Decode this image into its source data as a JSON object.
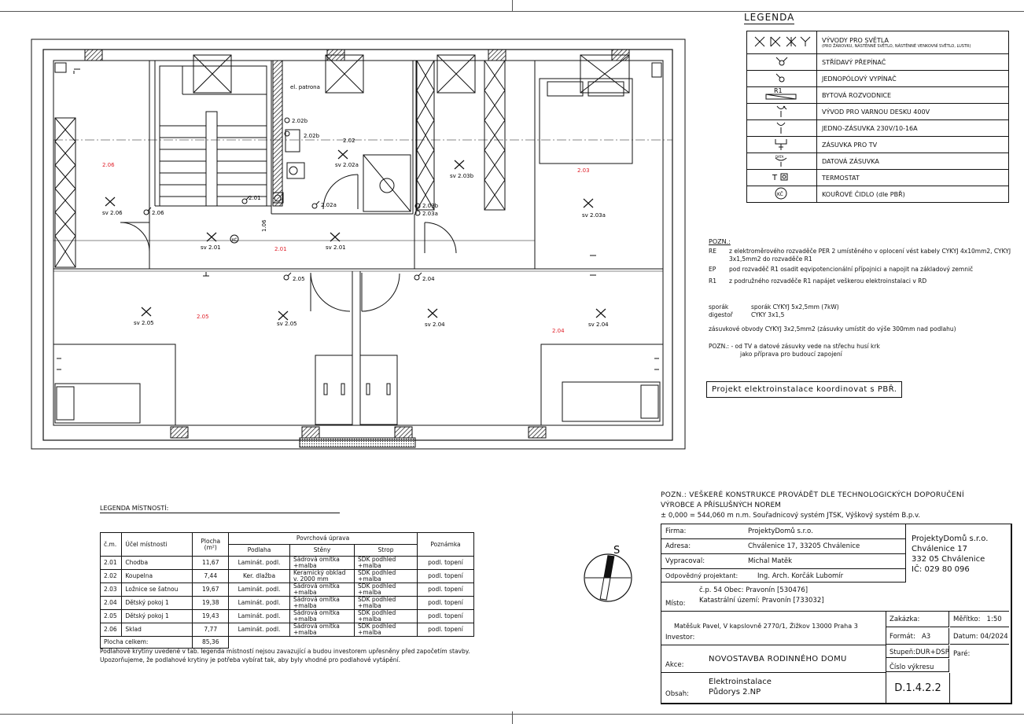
{
  "legend": {
    "title": "LEGENDA",
    "items": [
      {
        "icon": "light-outlets-icon",
        "label": "VÝVODY PRO SVĚTLA",
        "sub": "(PRO ŽÁROVKU, NÁSTĚNNÉ SVĚTLO, NÁSTĚNNÉ VENKOVNÍ SVĚTLO, LUSTR)"
      },
      {
        "icon": "alternating-switch-icon",
        "label": "STŘÍDAVÝ PŘEPÍNAČ"
      },
      {
        "icon": "single-switch-icon",
        "label": "JEDNOPÓLOVÝ VYPÍNAČ"
      },
      {
        "icon": "distribution-board-icon",
        "label": "BYTOVÁ ROZVODNICE",
        "code": "R1"
      },
      {
        "icon": "hob-outlet-icon",
        "label": "VÝVOD PRO VARNOU DESKU 400V"
      },
      {
        "icon": "socket-icon",
        "label": "JEDNO-ZÁSUVKA 230V/10-16A"
      },
      {
        "icon": "tv-socket-icon",
        "label": "ZÁSUVKA PRO TV"
      },
      {
        "icon": "data-socket-icon",
        "label": "DATOVÁ ZÁSUVKA",
        "code": "DATA"
      },
      {
        "icon": "thermostat-icon",
        "label": "TERMOSTAT",
        "code": "T"
      },
      {
        "icon": "smoke-detector-icon",
        "label": "KOUŘOVÉ ČIDLO (dle PBŘ)",
        "code": "KČ"
      }
    ]
  },
  "notes": {
    "heading": "POZN.:",
    "rows": [
      {
        "code": "RE",
        "text": "z elektroměrového rozvaděče PER 2 umístěného v oplocení vést kabely CYKYJ 4x10mm2, CYKYJ 3x1,5mm2 do rozvaděče R1"
      },
      {
        "code": "EP",
        "text": "pod rozvaděč R1 osadit eqvipotencionální přípojnici a napojit na základový zemnič"
      },
      {
        "code": "R1",
        "text": "z podružného rozvaděče R1 napájet veškerou elektroinstalaci v RD"
      }
    ],
    "sporak_label": "sporák",
    "sporak_val": "sporák CYKYJ 5x2,5mm (7kW)",
    "digestor_label": "digestoř",
    "digestor_val": "CYKY 3x1,5",
    "zasuvky": "zásuvkové obvody CYKYJ 3x2,5mm2 (zásuvky umístit do výše 300mm nad podlahu)",
    "pozn2_a": "POZN.:  - od TV a datové zásuvky vede na střechu husí krk",
    "pozn2_b": "jako příprava pro budoucí zapojení",
    "boxed": "Projekt elektroinstalace koordinovat s PBŘ."
  },
  "plan": {
    "rooms": [
      {
        "id": "2.06",
        "lights": [
          "sv 2.06"
        ],
        "switch": "2.06"
      },
      {
        "id": "2.02",
        "lights": [
          "sv 2.02a"
        ],
        "switches": [
          "2.02b",
          "2.02b",
          "2.02a"
        ],
        "label": "2.02"
      },
      {
        "id": "2.03",
        "lights": [
          "sv 2.03b",
          "sv 2.03a"
        ],
        "switches": [
          "2.03b",
          "2.03a"
        ]
      },
      {
        "id": "2.01",
        "lights": [
          "sv 2.01",
          "sv 2.01"
        ],
        "switches": [
          "2.01",
          "2.05",
          "2.04"
        ]
      },
      {
        "id": "2.05",
        "lights": [
          "sv 2.05",
          "sv 2.05"
        ]
      },
      {
        "id": "2.04",
        "lights": [
          "sv 2.04",
          "sv 2.04"
        ]
      }
    ],
    "patrona": "el. patrona",
    "dim_106": "1.06"
  },
  "room_table": {
    "title": "LEGENDA MÍSTNOSTÍ:",
    "headers": {
      "num": "č.m.",
      "purpose": "Účel místnosti",
      "area": "Plocha",
      "area_unit": "(m²)",
      "surface": "Povrchová úprava",
      "floor": "Podlaha",
      "walls": "Stěny",
      "ceiling": "Strop",
      "note": "Poznámka"
    },
    "rows": [
      {
        "num": "2.01",
        "purpose": "Chodba",
        "area": "11,67",
        "floor": "Laminát. podl.",
        "walls": "Sádrová omítka +malba",
        "ceiling": "SDK podhled +malba",
        "note": "podl. topení"
      },
      {
        "num": "2.02",
        "purpose": "Koupelna",
        "area": "7,44",
        "floor": "Ker. dlažba",
        "walls": "Keramický obklad v. 2000 mm",
        "ceiling": "SDK podhled +malba",
        "note": "podl. topení"
      },
      {
        "num": "2.03",
        "purpose": "Ložnice se šatnou",
        "area": "19,67",
        "floor": "Laminát. podl.",
        "walls": "Sádrová omítka +malba",
        "ceiling": "SDK podhled +malba",
        "note": "podl. topení"
      },
      {
        "num": "2.04",
        "purpose": "Dětský pokoj 1",
        "area": "19,38",
        "floor": "Laminát. podl.",
        "walls": "Sádrová omítka +malba",
        "ceiling": "SDK podhled +malba",
        "note": "podl. topení"
      },
      {
        "num": "2.05",
        "purpose": "Dětský pokoj 1",
        "area": "19,43",
        "floor": "Laminát. podl.",
        "walls": "Sádrová omítka +malba",
        "ceiling": "SDK podhled +malba",
        "note": "podl. topení"
      },
      {
        "num": "2.06",
        "purpose": "Sklad",
        "area": "7,77",
        "floor": "Laminát. podl.",
        "walls": "Sádrová omítka +malba",
        "ceiling": "SDK podhled +malba",
        "note": "podl. topení"
      }
    ],
    "total_label": "Plocha celkem:",
    "total_value": "85,36",
    "footnote": "Podlahové krytiny uvedené v tab. legenda místností nejsou zavazující a budou investorem upřesněny před započetím stavby. Upozorňujeme, že podlahové krytiny je potřeba vybírat tak, aby byly vhodné pro podlahové vytápění."
  },
  "compass": {
    "letter": "S"
  },
  "titleblock": {
    "pozn_line1": "POZN.: VEŠKERÉ KONSTRUKCE PROVÁDĚT DLE TECHNOLOGICKÝCH DOPORUČENÍ",
    "pozn_line2": "VÝROBCE A PŘÍSLUŠNÝCH NOREM",
    "pozn_line3": "± 0,000 = 544,060 m n.m. Souřadnicový systém JTSK, Výškový systém B.p.v.",
    "firma_label": "Firma:",
    "firma": "ProjektyDomů s.r.o.",
    "adresa_label": "Adresa:",
    "adresa": "Chválenice 17, 33205 Chválenice",
    "vypracoval_label": "Vypracoval:",
    "vypracoval": "Michal Matěk",
    "odpovedny_label": "Odpovědný projektant:",
    "odpovedny": "Ing. Arch. Korčák Lubomír",
    "company_block": [
      "ProjektyDomů s.r.o.",
      "Chválenice 17",
      "332 05 Chválenice",
      "IČ: 029 80 096"
    ],
    "misto_label": "Místo:",
    "misto1": "č.p. 54 Obec: Pravonín  [530476]",
    "misto2": "Katastrální území: Pravonín [733032]",
    "investor_label": "Investor:",
    "investor": "Matěšuk Pavel, V kapslovně 2770/1, Žižkov 13000 Praha 3",
    "zakazka_label": "Zakázka:",
    "meritko_label": "Měřítko:",
    "meritko": "1:50",
    "format_label": "Formát:",
    "format": "A3",
    "datum_label": "Datum:",
    "datum": "04/2024",
    "akce_label": "Akce:",
    "akce": "NOVOSTAVBA RODINNÉHO DOMU",
    "stupen_label": "Stupeň:",
    "stupen": "DUR+DSP",
    "pare_label": "Paré:",
    "cislo_label": "Číslo výkresu",
    "obsah_label": "Obsah:",
    "obsah1": "Elektroinstalace",
    "obsah2": "Půdorys 2.NP",
    "cislo": "D.1.4.2.2"
  }
}
